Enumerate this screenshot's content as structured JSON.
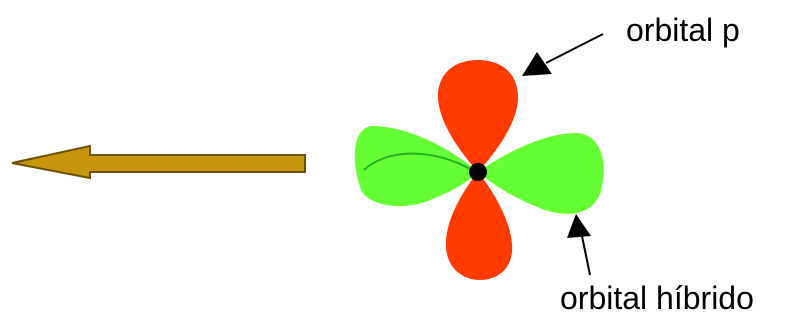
{
  "labels": {
    "p_orbital": "orbital p",
    "hybrid_orbital": "orbital híbrido"
  },
  "colors": {
    "p_orbital_lobe": "#ff3b00",
    "hybrid_orbital_lobe": "#66ff33",
    "hybrid_orbital_line": "#22b022",
    "nucleus": "#000000",
    "direction_arrow": "#c8960a",
    "pointer_arrow": "#000000"
  },
  "icons": {
    "direction_arrow": "left-arrow",
    "pointer_arrows": "black-arrow"
  }
}
